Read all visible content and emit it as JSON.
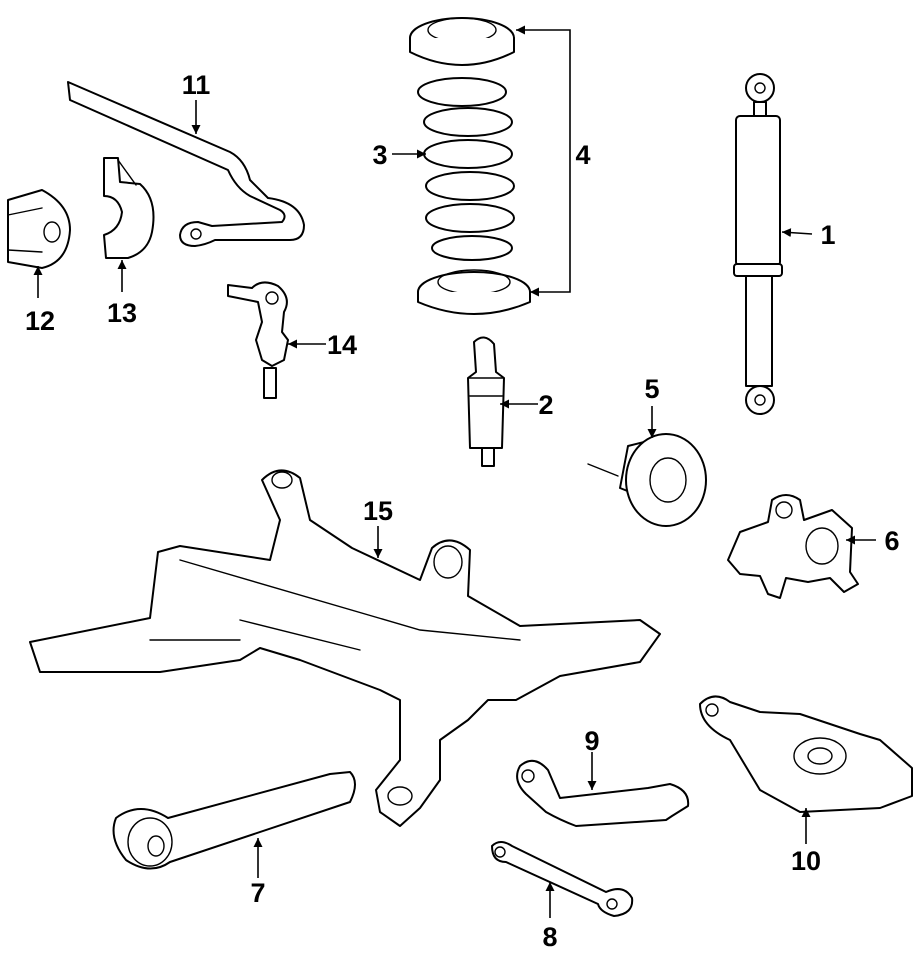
{
  "callouts": [
    {
      "id": "1"
    },
    {
      "id": "2"
    },
    {
      "id": "3"
    },
    {
      "id": "4"
    },
    {
      "id": "5"
    },
    {
      "id": "6"
    },
    {
      "id": "7"
    },
    {
      "id": "8"
    },
    {
      "id": "9"
    },
    {
      "id": "10"
    },
    {
      "id": "11"
    },
    {
      "id": "12"
    },
    {
      "id": "13"
    },
    {
      "id": "14"
    },
    {
      "id": "15"
    }
  ],
  "colors": {
    "line": "#000000",
    "background": "#ffffff"
  }
}
